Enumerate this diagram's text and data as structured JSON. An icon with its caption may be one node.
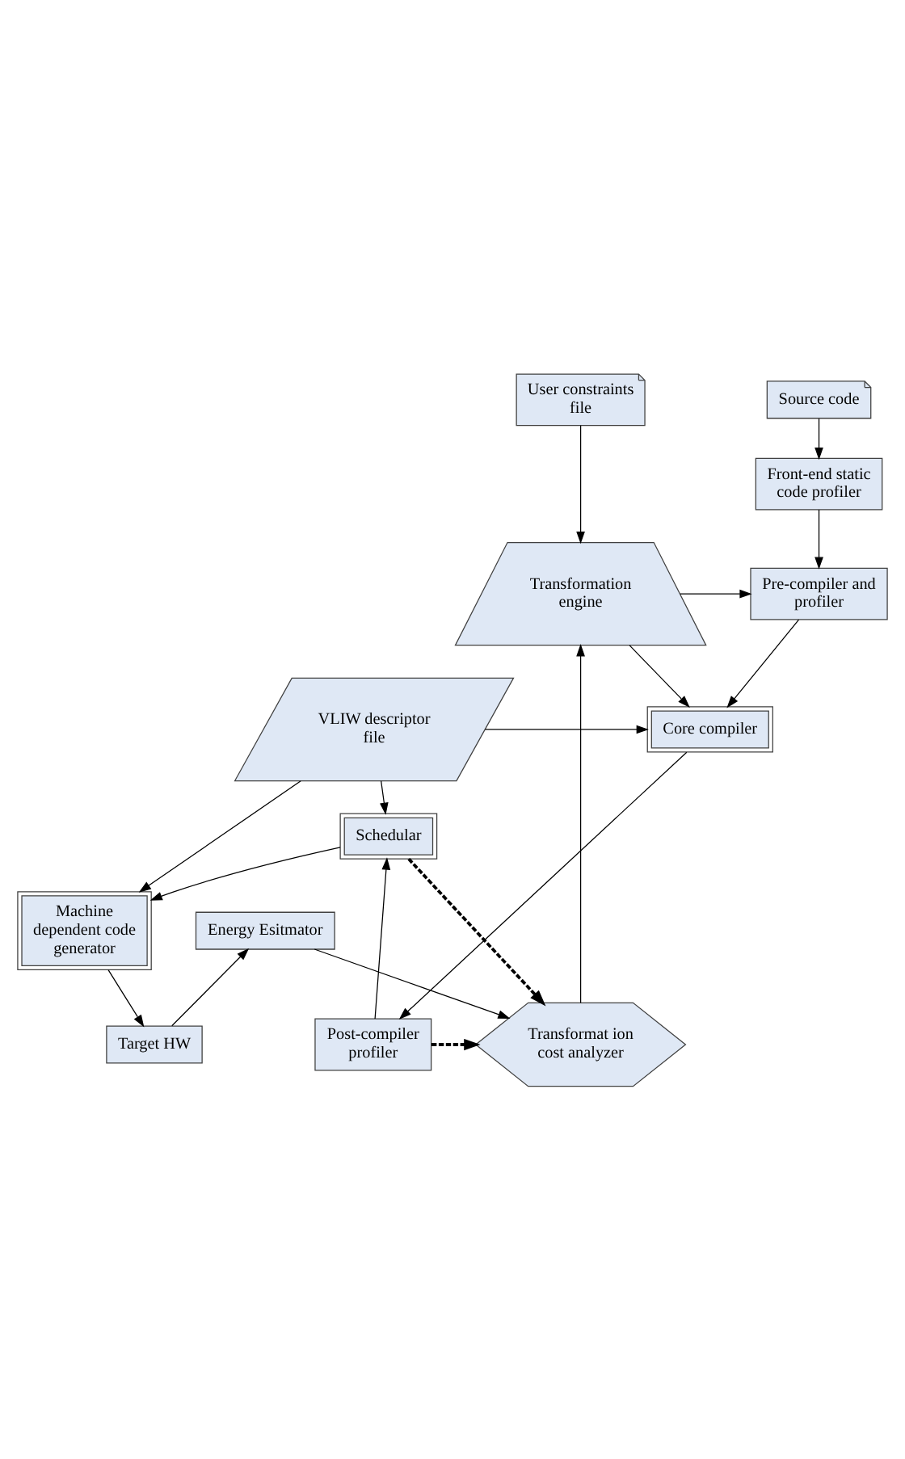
{
  "diagram": {
    "nodes": [
      {
        "text": [
          "User constraints file"
        ]
      },
      {
        "text": [
          "Source code"
        ]
      },
      {
        "text": [
          "Front-end static code profiler"
        ]
      },
      {
        "text": [
          "Transformation engine"
        ]
      },
      {
        "text": [
          "Pre-compiler and profiler"
        ]
      },
      {
        "text": [
          "VLIW descriptor file"
        ]
      },
      {
        "text": [
          "Core compiler"
        ]
      },
      {
        "text": [
          "Transformat ion cost analyzer"
        ]
      },
      {
        "text": [
          "Post-compiler profiler"
        ]
      },
      {
        "text": [
          "Schedular"
        ]
      },
      {
        "text": [
          "Energy Esitmator"
        ]
      },
      {
        "text": [
          "Machine dependent code generator"
        ]
      },
      {
        "text": [
          "Target HW"
        ]
      }
    ],
    "edges": [
      {
        "from": 0,
        "to": 3,
        "arrow": "to"
      },
      {
        "from": 1,
        "to": 2,
        "arrow": "to"
      },
      {
        "from": 2,
        "to": 4,
        "arrow": "to"
      },
      {
        "from": 3,
        "to": 4,
        "arrow": "to"
      },
      {
        "from": 3,
        "to": 6,
        "arrow": "to"
      },
      {
        "from": 4,
        "to": 6,
        "arrow": "to"
      },
      {
        "from": 5,
        "to": 6,
        "arrow": "to"
      },
      {
        "from": 5,
        "to": 9,
        "arrow": "to"
      },
      {
        "from": 5,
        "to": 11,
        "arrow": "to"
      },
      {
        "from": 6,
        "to": 8,
        "arrow": "to"
      },
      {
        "from": 8,
        "to": 7,
        "arrow": "to",
        "style": "dashed"
      },
      {
        "from": 9,
        "to": 7,
        "arrow": "to",
        "style": "dashed"
      },
      {
        "from": 8,
        "to": 9,
        "arrow": "to"
      },
      {
        "from": 9,
        "to": 11,
        "arrow": "to"
      },
      {
        "from": 11,
        "to": 12,
        "arrow": "to"
      },
      {
        "from": 12,
        "to": 10,
        "arrow": "to"
      },
      {
        "from": 10,
        "to": 7,
        "arrow": "to"
      },
      {
        "from": 7,
        "to": 3,
        "arrow": "to"
      }
    ]
  }
}
